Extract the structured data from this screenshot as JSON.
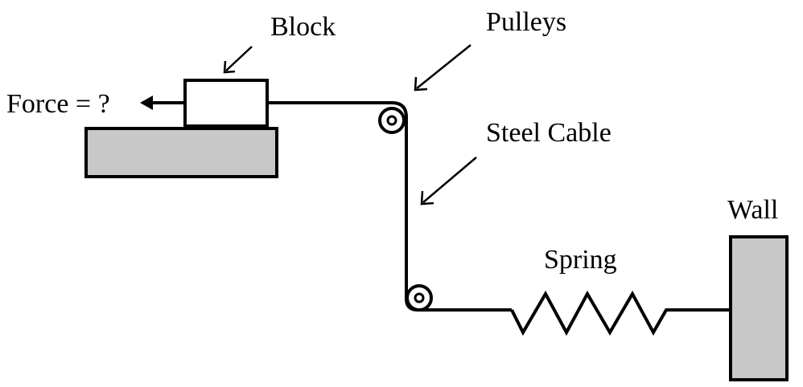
{
  "labels": {
    "block": "Block",
    "pulleys": "Pulleys",
    "steel_cable": "Steel Cable",
    "wall": "Wall",
    "spring": "Spring",
    "force": "Force = ?"
  },
  "colors": {
    "line": "#000000",
    "fill_gray": "#c8c8c8",
    "fill_white": "#ffffff"
  }
}
